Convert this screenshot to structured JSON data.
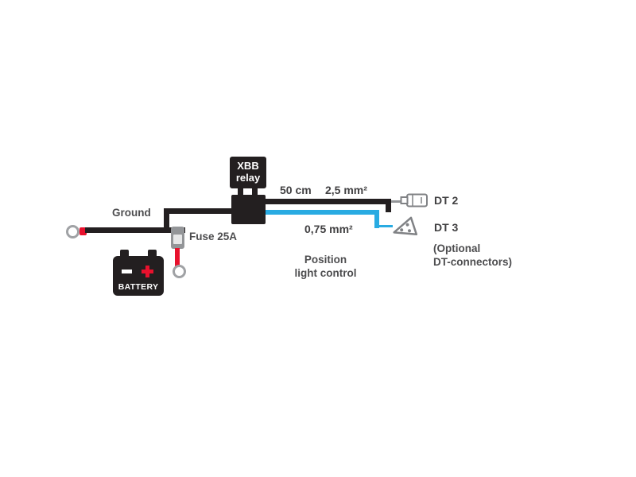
{
  "diagram": {
    "ground": {
      "label": "Ground"
    },
    "battery": {
      "label": "BATTERY"
    },
    "fuse": {
      "label": "Fuse 25A"
    },
    "relay": {
      "line1": "XBB",
      "line2": "relay"
    },
    "main_wire": {
      "length": "50 cm",
      "gauge": "2,5 mm²"
    },
    "signal_wire": {
      "gauge": "0,75 mm²",
      "function_line1": "Position",
      "function_line2": "light control"
    },
    "dt2": {
      "label": "DT 2"
    },
    "dt3": {
      "label": "DT 3"
    },
    "optional_note": {
      "line1": "(Optional",
      "line2": "DT-connectors)"
    }
  },
  "colors": {
    "wire_black": "#231f20",
    "wire_blue": "#29abe2",
    "wire_red": "#e8112d",
    "text_gray": "#4d4d4f",
    "connector_outline": "#808285"
  }
}
